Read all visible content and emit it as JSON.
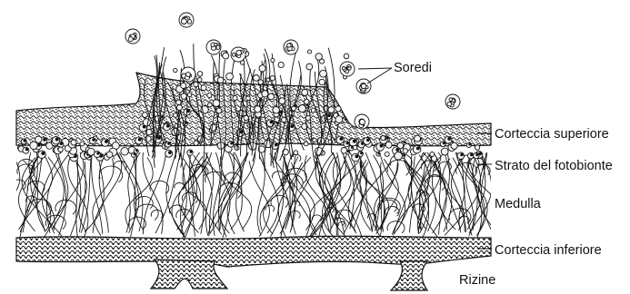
{
  "diagram": {
    "labels": {
      "soredi": "Soredi",
      "corteccia_superiore": "Corteccia superiore",
      "strato_fotobionte": "Strato del fotobionte",
      "medulla": "Medulla",
      "corteccia_inferiore": "Corteccia inferiore",
      "rizine": "Rizine"
    },
    "colors": {
      "ink": "#111111",
      "background": "#ffffff",
      "cell_fill": "#f3f3f3"
    }
  }
}
